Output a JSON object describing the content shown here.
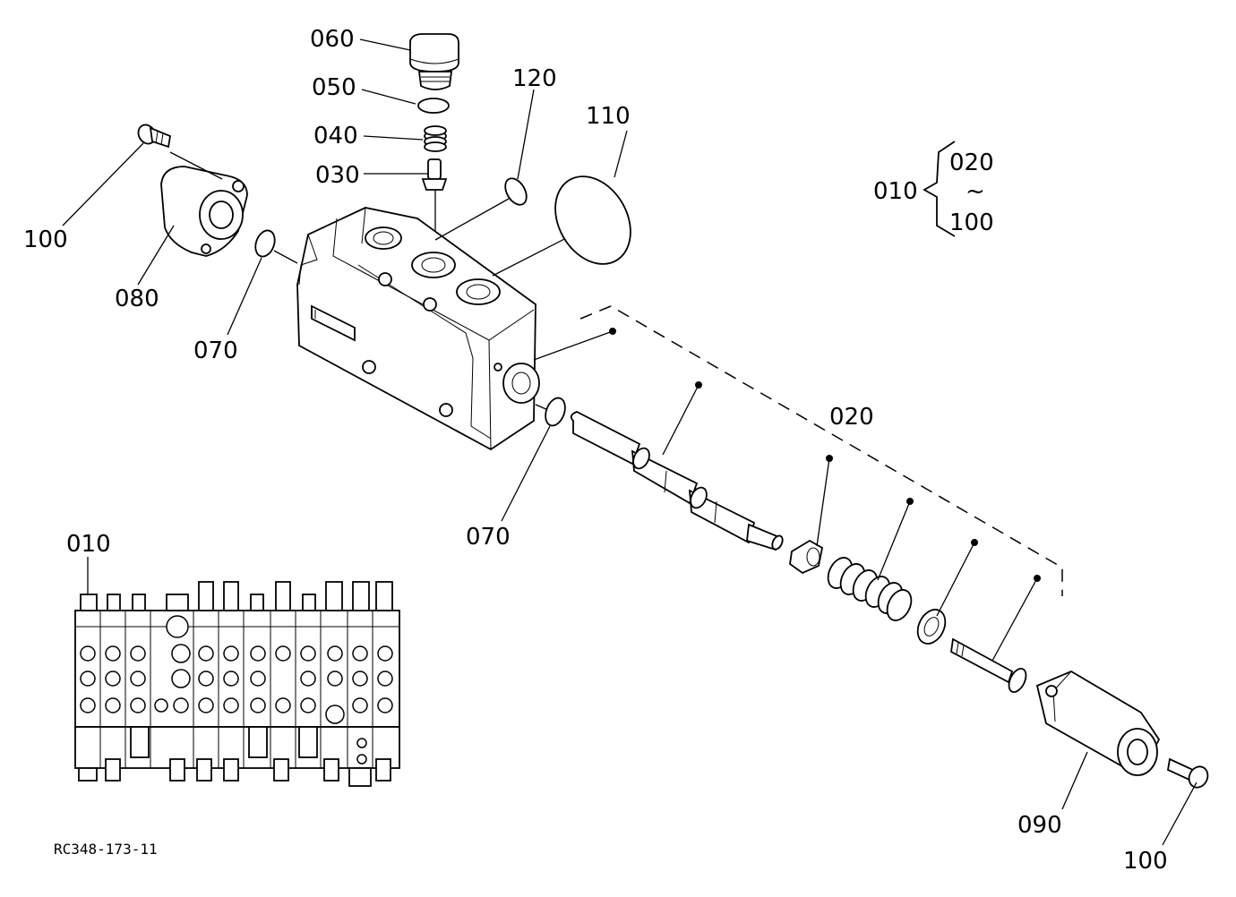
{
  "diagram": {
    "drawing_code": "RC348-173-11",
    "callouts": [
      {
        "id": "060",
        "text": "060"
      },
      {
        "id": "050",
        "text": "050"
      },
      {
        "id": "040",
        "text": "040"
      },
      {
        "id": "030",
        "text": "030"
      },
      {
        "id": "120",
        "text": "120"
      },
      {
        "id": "110",
        "text": "110"
      },
      {
        "id": "100a",
        "text": "100"
      },
      {
        "id": "080",
        "text": "080"
      },
      {
        "id": "070a",
        "text": "070"
      },
      {
        "id": "070b",
        "text": "070"
      },
      {
        "id": "020",
        "text": "020"
      },
      {
        "id": "090",
        "text": "090"
      },
      {
        "id": "100b",
        "text": "100"
      },
      {
        "id": "010",
        "text": "010"
      }
    ],
    "set_bracket": {
      "parent": "010",
      "from": "020",
      "tilde": "~",
      "to": "100"
    },
    "colors": {
      "ink": "#000000",
      "paper": "#ffffff"
    }
  }
}
